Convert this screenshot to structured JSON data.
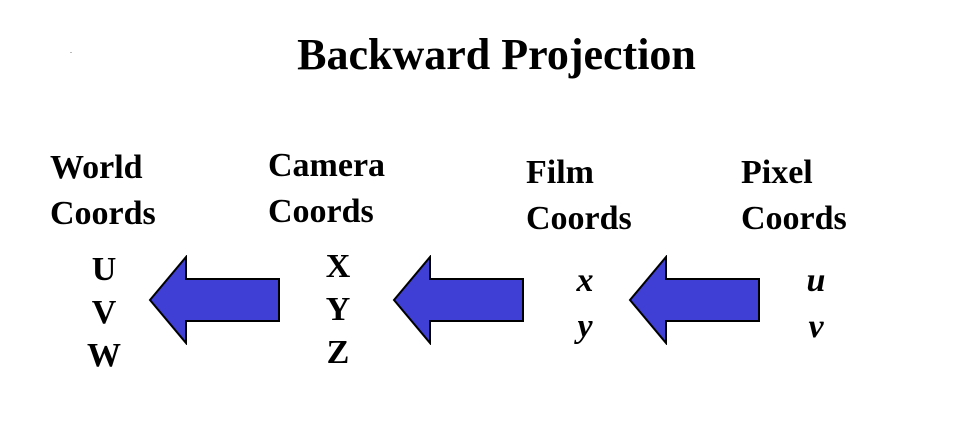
{
  "title": "Backward Projection",
  "columns": [
    {
      "heading_line1": "World",
      "heading_line2": "Coords",
      "vars": [
        "U",
        "V",
        "W"
      ]
    },
    {
      "heading_line1": "Camera",
      "heading_line2": "Coords",
      "vars": [
        "X",
        "Y",
        "Z"
      ]
    },
    {
      "heading_line1": "Film",
      "heading_line2": "Coords",
      "vars": [
        "x",
        "y"
      ]
    },
    {
      "heading_line1": "Pixel",
      "heading_line2": "Coords",
      "vars": [
        "u",
        "v"
      ]
    }
  ],
  "colors": {
    "arrow_fill": "#3f3fd6",
    "arrow_stroke": "#000000",
    "text": "#000000"
  }
}
